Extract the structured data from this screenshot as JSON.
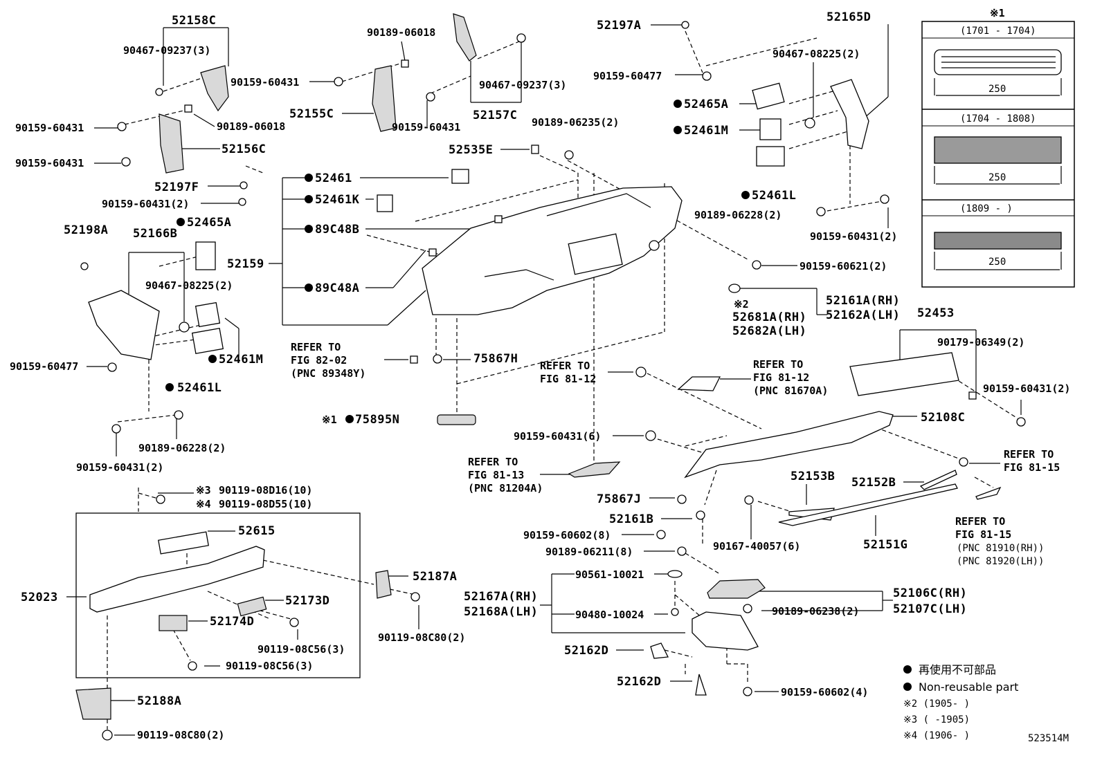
{
  "labels": {
    "p52158C": "52158C",
    "p90467_09237_3a": "90467-09237(3)",
    "p90159_60431_a": "90159-60431",
    "p90189_06018_a": "90189-06018",
    "p90159_60431_b": "90159-60431",
    "p52156C": "52156C",
    "p52197F": "52197F",
    "p90159_60431_2a": "90159-60431(2)",
    "p90189_06018_b": "90189-06018",
    "p90159_60431_c": "90159-60431",
    "p52155C": "52155C",
    "p90159_60431_d": "90159-60431",
    "p90467_09237_3b": "90467-09237(3)",
    "p52157C": "52157C",
    "p52197A": "52197A",
    "p90159_60477_a": "90159-60477",
    "p52165D": "52165D",
    "p90467_08225_2a": "90467-08225(2)",
    "p52465A_a": "52465A",
    "p52461M_a": "52461M",
    "p52461L_a": "52461L",
    "p90189_06228_2a": "90189-06228(2)",
    "p90159_60431_2b": "90159-60431(2)",
    "p90189_06235_2": "90189-06235(2)",
    "p52535E": "52535E",
    "p52461": "52461",
    "p52461K": "52461K",
    "p89C48B": "89C48B",
    "p52159": "52159",
    "p89C48A": "89C48A",
    "p90159_60621_2": "90159-60621(2)",
    "p52161A": "52161A(RH)",
    "p52162A": "52162A(LH)",
    "n2": "※2",
    "p52681A": "52681A(RH)",
    "p52682A": "52682A(LH)",
    "p52198A": "52198A",
    "p52166B": "52166B",
    "p52465A_b": "52465A",
    "p90467_08225_2b": "90467-08225(2)",
    "p52461M_b": "52461M",
    "p52461L_b": "52461L",
    "p90159_60477_b": "90159-60477",
    "p90189_06228_2b": "90189-06228(2)",
    "p90159_60431_2c": "90159-60431(2)",
    "ref82_1": "REFER TO",
    "ref82_2": "FIG 82-02",
    "ref82_3": "(PNC 89348Y)",
    "p75867H": "75867H",
    "n1_75895N": "※1",
    "p75895N": "75895N",
    "ref8112a_1": "REFER TO",
    "ref8112a_2": "FIG 81-12",
    "ref8112b_1": "REFER TO",
    "ref8112b_2": "FIG 81-12",
    "ref8112b_3": "(PNC 81670A)",
    "p52453": "52453",
    "p90179_06349_2": "90179-06349(2)",
    "p90159_60431_2d": "90159-60431(2)",
    "p52108C": "52108C",
    "p90159_60431_6": "90159-60431(6)",
    "ref8113_1": "REFER TO",
    "ref8113_2": "FIG 81-13",
    "ref8113_3": "(PNC 81204A)",
    "p75867J": "75867J",
    "p52153B": "52153B",
    "p52152B": "52152B",
    "ref8115a_1": "REFER TO",
    "ref8115a_2": "FIG 81-15",
    "p52161B": "52161B",
    "p90159_60602_8": "90159-60602(8)",
    "p90189_06211_8": "90189-06211(8)",
    "p90167_40057_6": "90167-40057(6)",
    "p52151G": "52151G",
    "ref8115b_1": "REFER TO",
    "ref8115b_2": "FIG 81-15",
    "ref8115b_3": "(PNC 81910(RH))",
    "ref8115b_4": "(PNC 81920(LH))",
    "n3_a": "※3",
    "p90119_08D16": "90119-08D16(10)",
    "n4_a": "※4",
    "p90119_08D55": "90119-08D55(10)",
    "p52615": "52615",
    "p52023": "52023",
    "p52187A": "52187A",
    "p52173D": "52173D",
    "p52174D": "52174D",
    "p90119_08C56_3a": "90119-08C56(3)",
    "p90119_08C56_3b": "90119-08C56(3)",
    "p90119_08C80_2a": "90119-08C80(2)",
    "p52188A": "52188A",
    "p90119_08C80_2b": "90119-08C80(2)",
    "p90561_10021": "90561-10021",
    "p52167A": "52167A(RH)",
    "p52168A": "52168A(LH)",
    "p90480_10024": "90480-10024",
    "p52162D_a": "52162D",
    "p52162D_b": "52162D",
    "p52106C": "52106C(RH)",
    "p52107C": "52107C(LH)",
    "p90189_06238_2": "90189-06238(2)",
    "p90159_60602_4": "90159-60602(4)"
  },
  "inset": {
    "title": "※1",
    "rows": [
      {
        "period": "(1701 - 1704)",
        "length": "250"
      },
      {
        "period": "(1704 - 1808)",
        "length": "250"
      },
      {
        "period": "(1809 -       )",
        "length": "250"
      }
    ]
  },
  "legend": {
    "jp": "再使用不可部品",
    "en": "Non-reusable part",
    "n2": "※2 (1905-      )",
    "n3": "※3 (      -1905)",
    "n4": "※4 (1906-      )",
    "code": "523514M"
  },
  "colors": {
    "ink": "#000000",
    "paper": "#ffffff",
    "shade": "#d9d9d9"
  },
  "icons": [
    "bullet-non-reusable-icon"
  ]
}
